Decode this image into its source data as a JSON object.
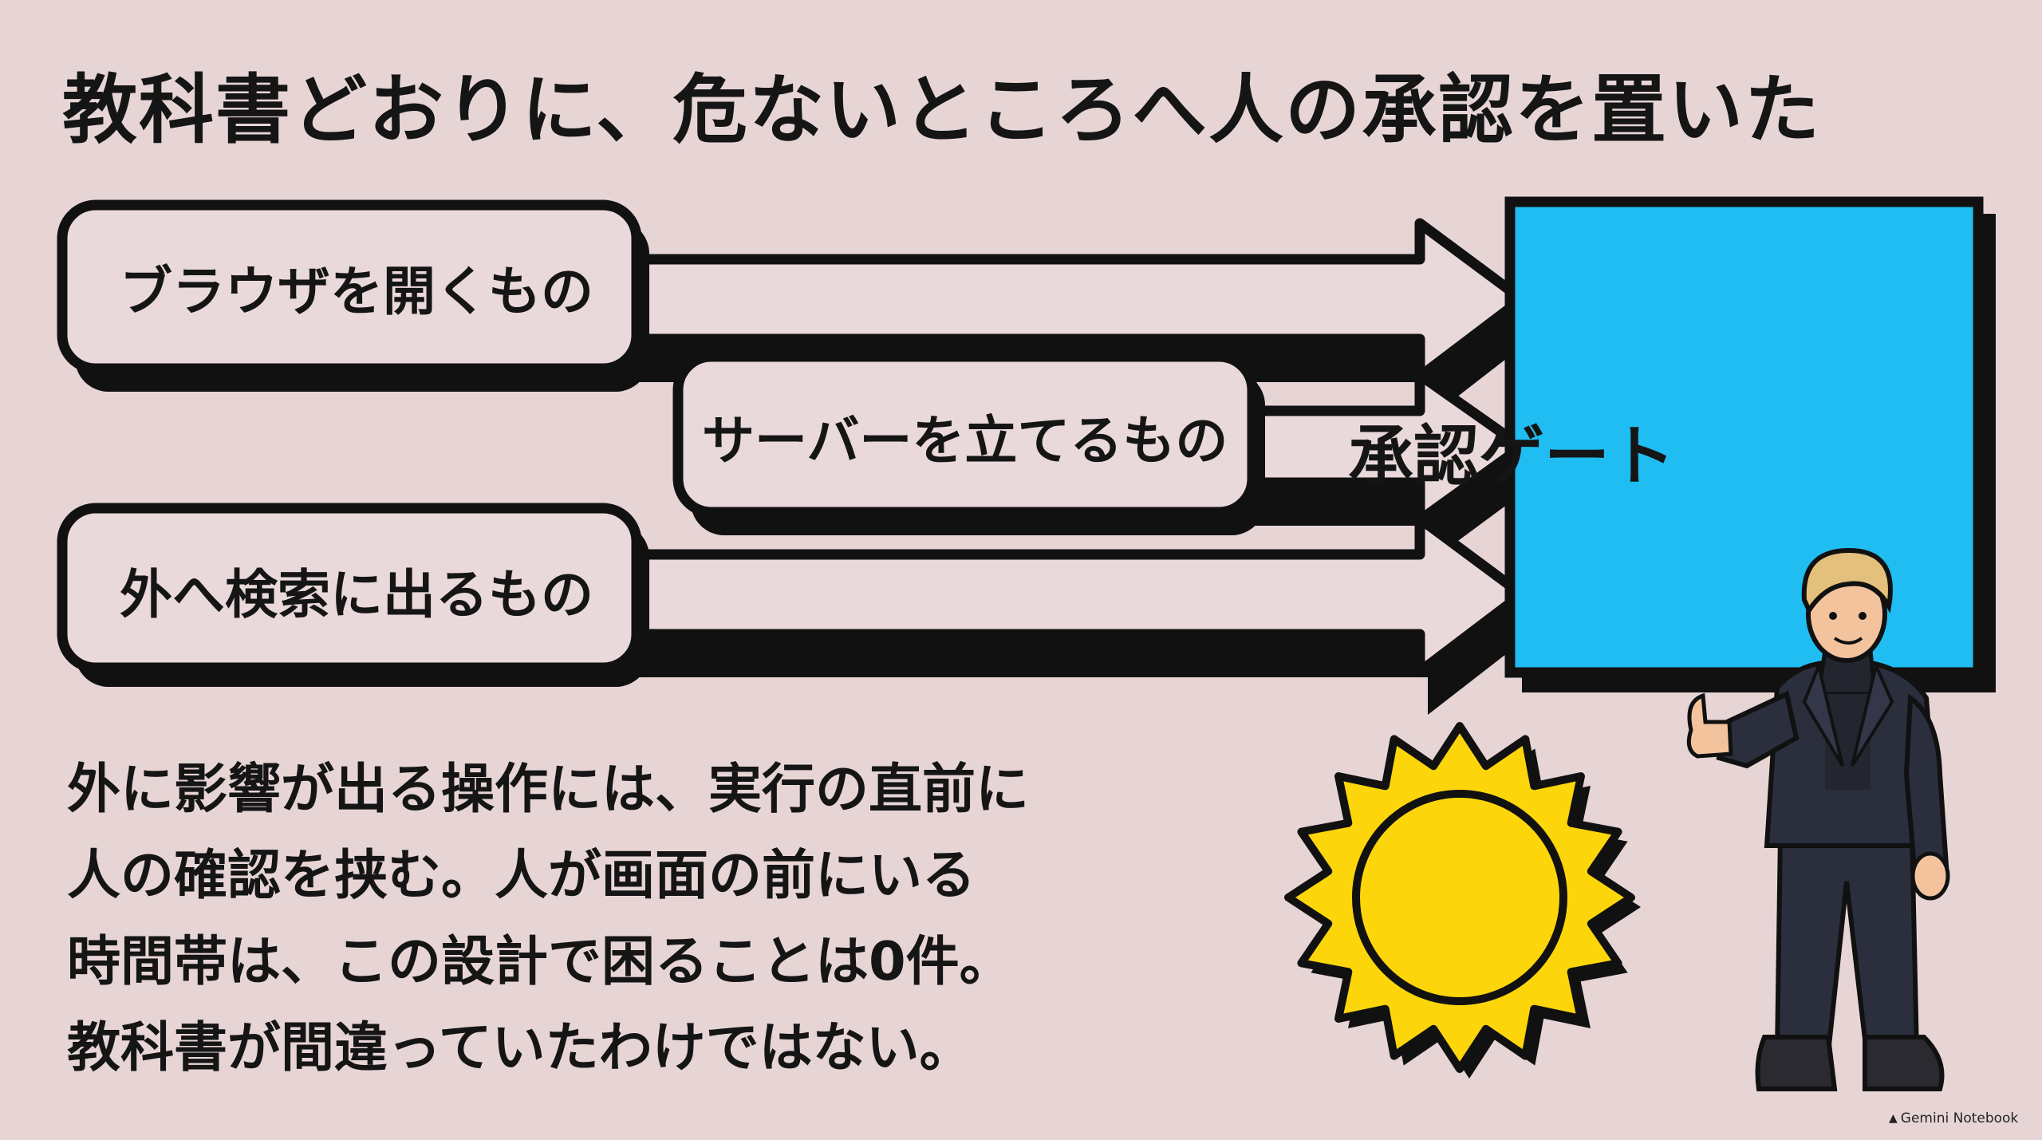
{
  "title": "教科書どおりに、危ないところへ人の承認を置いた",
  "sources": [
    {
      "label": "ブラウザを開くもの"
    },
    {
      "label": "サーバーを立てるもの"
    },
    {
      "label": "外へ検索に出るもの"
    }
  ],
  "gate": {
    "label": "承認ゲート",
    "color": "#1fbdf2"
  },
  "body_lines": [
    "外に影響が出る操作には、実行の直前に",
    "人の確認を挟む。人が画面の前にいる",
    "時間帯は、この設計で困ることは0件。",
    "教科書が間違っていたわけではない。"
  ],
  "sun": {
    "color": "#fcd60a"
  },
  "badge": {
    "label": "Gemini Notebook",
    "icon": "gemini-logo-icon"
  },
  "colors": {
    "background": "#e7d5d6",
    "ink": "#151515",
    "box": "#ead9da"
  }
}
